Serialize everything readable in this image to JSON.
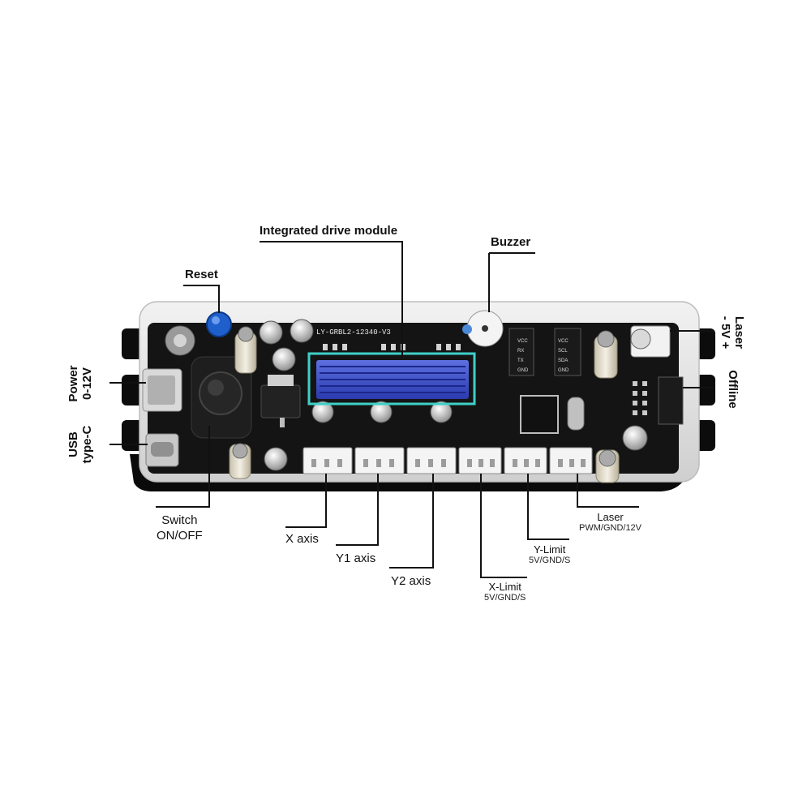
{
  "labels": {
    "integrated_drive_module": "Integrated drive module",
    "buzzer": "Buzzer",
    "reset": "Reset",
    "power": {
      "line1": "Power",
      "line2": "0-12V"
    },
    "usb": {
      "line1": "USB",
      "line2": "type-C"
    },
    "laser_top": {
      "line1": "Laser",
      "line2": "- 5V +"
    },
    "offline": "Offline",
    "switch": {
      "line1": "Switch",
      "line2": "ON/OFF"
    },
    "x_axis": "X axis",
    "y1_axis": "Y1 axis",
    "y2_axis": "Y2 axis",
    "x_limit": {
      "title": "X-Limit",
      "pins": "5V/GND/S"
    },
    "y_limit": {
      "title": "Y-Limit",
      "pins": "5V/GND/S"
    },
    "laser_bottom": {
      "title": "Laser",
      "pins": "PWM/GND/12V"
    }
  },
  "board": {
    "silkscreen_model": "LY-GRBL2-12340-V3",
    "header_pins": [
      "VCC",
      "RX",
      "TX",
      "GND"
    ],
    "i2c_pins": [
      "VCC",
      "SCL",
      "SDA",
      "GND"
    ],
    "heatsink_color": "#3d52c8",
    "pcb_color": "#141414",
    "module_outline_color": "#3fd0c8"
  }
}
